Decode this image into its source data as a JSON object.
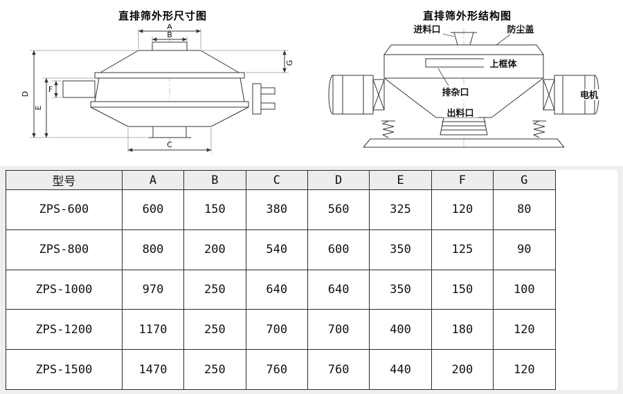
{
  "titles": {
    "left": "直排筛外形尺寸图",
    "right": "直排筛外形结构图"
  },
  "dimension_diagram": {
    "labels": {
      "A": "A",
      "B": "B",
      "C": "C",
      "D": "D",
      "E": "E",
      "F": "F",
      "G": "G"
    }
  },
  "structure_diagram": {
    "labels": {
      "inlet": "进料口",
      "dust_cover": "防尘盖",
      "upper_frame": "上框体",
      "impurity_port": "排杂口",
      "outlet": "出料口",
      "motor": "电机"
    }
  },
  "table": {
    "headers": [
      "型号",
      "A",
      "B",
      "C",
      "D",
      "E",
      "F",
      "G"
    ],
    "rows": [
      [
        "ZPS-600",
        "600",
        "150",
        "380",
        "560",
        "325",
        "120",
        "80"
      ],
      [
        "ZPS-800",
        "800",
        "200",
        "540",
        "600",
        "350",
        "125",
        "90"
      ],
      [
        "ZPS-1000",
        "970",
        "250",
        "640",
        "640",
        "350",
        "150",
        "100"
      ],
      [
        "ZPS-1200",
        "1170",
        "250",
        "700",
        "700",
        "400",
        "180",
        "120"
      ],
      [
        "ZPS-1500",
        "1470",
        "250",
        "760",
        "760",
        "440",
        "200",
        "120"
      ]
    ]
  }
}
